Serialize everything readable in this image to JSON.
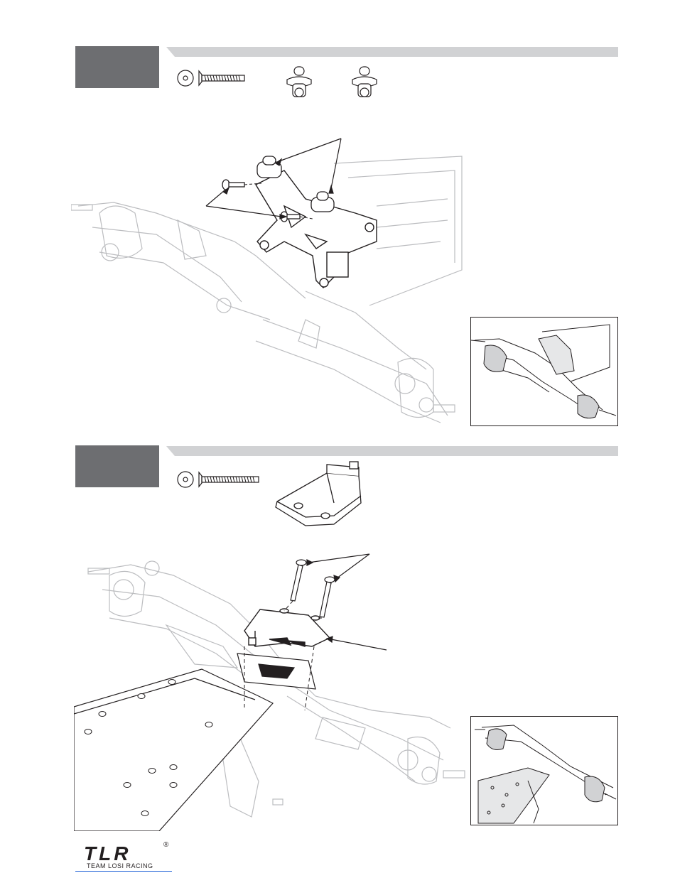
{
  "steps": [
    {
      "parts_top": [
        "washer-screw-part",
        "ball-stud-left-part",
        "ball-stud-right-part"
      ],
      "main_illustration": "front-shock-tower-assembly",
      "inset": "front-shock-tower-overview"
    },
    {
      "parts_top": [
        "washer-screw-long-part",
        "skid-plate-part"
      ],
      "main_illustration": "front-skid-plate-assembly",
      "inset": "front-skid-plate-overview"
    }
  ],
  "logo": {
    "mark": "TLR",
    "text": "TEAM LOSI RACING",
    "registered": "®"
  },
  "colors": {
    "step_box": "#6d6e71",
    "step_bar": "#d1d2d4",
    "line": "#231f20",
    "light_line": "#bcbdc0"
  }
}
